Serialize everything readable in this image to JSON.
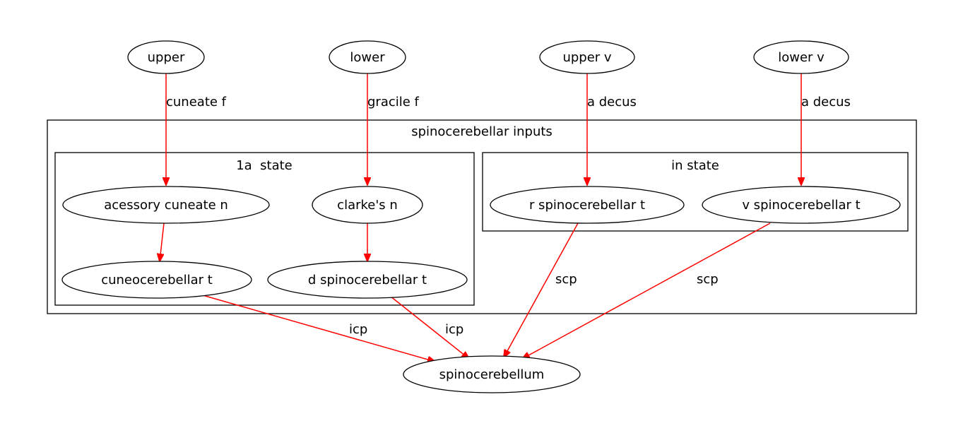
{
  "edge_color": "#ff0000",
  "clusters": {
    "outer": {
      "label": "spinocerebellar inputs"
    },
    "c1a": {
      "label": "1a  state"
    },
    "cin": {
      "label": "in state"
    }
  },
  "nodes": {
    "upper": "upper",
    "lower": "lower",
    "upper_v": "upper v",
    "lower_v": "lower v",
    "acessory_cuneate_n": "acessory cuneate n",
    "clarkes_n": "clarke's n",
    "r_spinocerebellar_t": "r spinocerebellar t",
    "v_spinocerebellar_t": "v spinocerebellar t",
    "cuneocerebellar_t": "cuneocerebellar t",
    "d_spinocerebellar_t": "d spinocerebellar t",
    "spinocerebellum": "spinocerebellum"
  },
  "edges": [
    {
      "from": "upper",
      "to": "acessory cuneate n",
      "label": "cuneate f"
    },
    {
      "from": "lower",
      "to": "clarke's n",
      "label": "gracile f"
    },
    {
      "from": "upper v",
      "to": "r spinocerebellar t",
      "label": "a decus"
    },
    {
      "from": "lower v",
      "to": "v spinocerebellar t",
      "label": "a decus"
    },
    {
      "from": "acessory cuneate n",
      "to": "cuneocerebellar t",
      "label": ""
    },
    {
      "from": "clarke's n",
      "to": "d spinocerebellar t",
      "label": ""
    },
    {
      "from": "cuneocerebellar t",
      "to": "spinocerebellum",
      "label": "icp"
    },
    {
      "from": "d spinocerebellar t",
      "to": "spinocerebellum",
      "label": "icp"
    },
    {
      "from": "r spinocerebellar t",
      "to": "spinocerebellum",
      "label": "scp"
    },
    {
      "from": "v spinocerebellar t",
      "to": "spinocerebellum",
      "label": "scp"
    }
  ]
}
